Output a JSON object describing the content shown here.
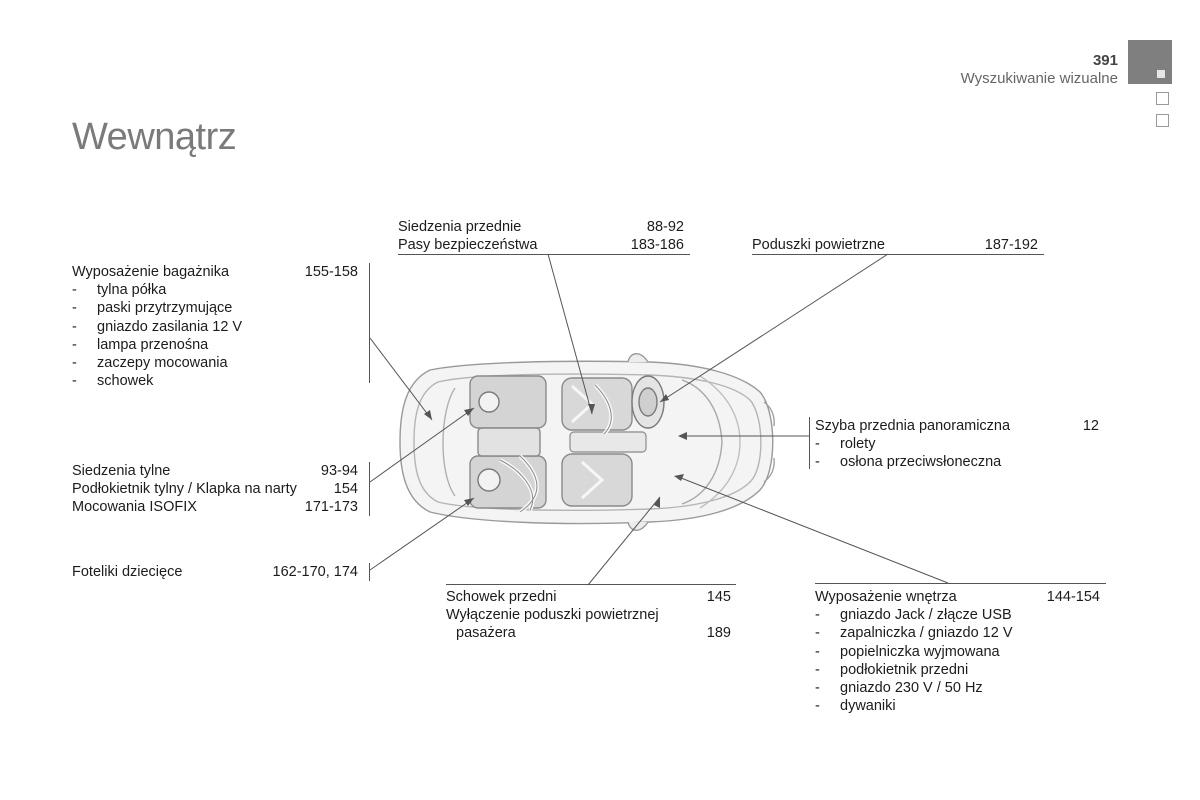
{
  "header": {
    "page_number": "391",
    "section": "Wyszukiwanie wizualne",
    "title": "Wewnątrz"
  },
  "colors": {
    "tab": "#7f7f7f",
    "title": "#7a7a7a",
    "lines": "#555555"
  },
  "callouts": {
    "boot": {
      "label": "Wyposażenie bagażnika",
      "pages": "155-158",
      "items": [
        "tylna półka",
        "paski przytrzymujące",
        "gniazdo zasilania 12 V",
        "lampa przenośna",
        "zaczepy mocowania",
        "schowek"
      ]
    },
    "rear_seats": {
      "rows": [
        {
          "label": "Siedzenia tylne",
          "pages": "93-94"
        },
        {
          "label": "Podłokietnik tylny / Klapka na narty",
          "pages": "154"
        },
        {
          "label": "Mocowania ISOFIX",
          "pages": "171-173"
        }
      ]
    },
    "child_seats": {
      "label": "Foteliki dziecięce",
      "pages": "162-170, 174"
    },
    "front_seats": {
      "rows": [
        {
          "label": "Siedzenia przednie",
          "pages": "88-92"
        },
        {
          "label": "Pasy bezpieczeństwa",
          "pages": "183-186"
        }
      ]
    },
    "airbags": {
      "label": "Poduszki powietrzne",
      "pages": "187-192"
    },
    "windscreen": {
      "label": "Szyba przednia panoramiczna",
      "pages": "12",
      "items": [
        "rolety",
        "osłona przeciwsłoneczna"
      ]
    },
    "glovebox": {
      "row1_label": "Schowek przedni",
      "row1_pages": "145",
      "row2_label": "Wyłączenie poduszki powietrznej",
      "row3_label": "pasażera",
      "row3_pages": "189"
    },
    "interior": {
      "label": "Wyposażenie wnętrza",
      "pages": "144-154",
      "items": [
        "gniazdo Jack / złącze USB",
        "zapalniczka / gniazdo 12 V",
        "popielniczka wyjmowana",
        "podłokietnik przedni",
        "gniazdo 230 V / 50 Hz",
        "dywaniki"
      ]
    },
    "dash": "-"
  }
}
